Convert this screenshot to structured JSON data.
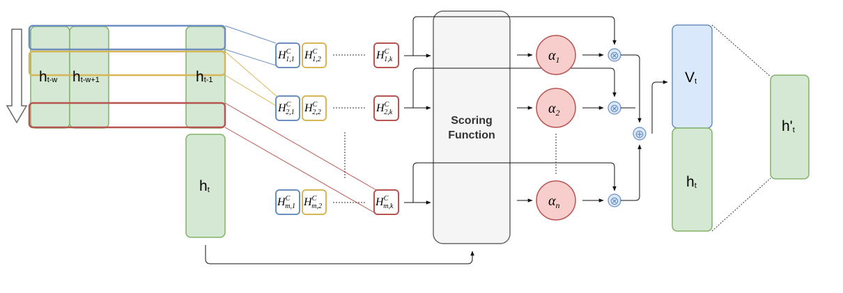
{
  "hidden_states": {
    "h_tw": {
      "main": "h",
      "sub": "t-w"
    },
    "h_tw1": {
      "main": "h",
      "sub": "t-w+1"
    },
    "h_t1": {
      "main": "h",
      "sub": "t-1"
    },
    "h_t": {
      "main": "h",
      "sub": "t"
    }
  },
  "filter_row_labels": [
    {
      "c1": "1,1",
      "c2": "1,2",
      "ck": "1,k"
    },
    {
      "c1": "2,1",
      "c2": "2,2",
      "ck": "2,k"
    },
    {
      "c1": "m,1",
      "c2": "m,2",
      "ck": "m,k"
    }
  ],
  "hc_symbol": "H",
  "hc_superscript": "C",
  "scoring": {
    "line1": "Scoring",
    "line2": "Function"
  },
  "alphas": [
    {
      "symbol": "α",
      "sub": "1"
    },
    {
      "symbol": "α",
      "sub": "2"
    },
    {
      "symbol": "α",
      "sub": "n"
    }
  ],
  "multiply_symbol": "⊗",
  "sum_symbol": "⊕",
  "v_t": {
    "main": "V",
    "sub": "t"
  },
  "h_t_out": {
    "main": "h",
    "sub": "t"
  },
  "h_prime": {
    "main": "h'",
    "sub": "t"
  },
  "colors": {
    "green_fill": "#d5e8d4",
    "green_stroke": "#82b366",
    "blue_fill": "#dae8fc",
    "blue_stroke": "#6c8ebf",
    "yellow_stroke": "#d6b656",
    "red_fill": "#f8cecc",
    "red_stroke": "#b85450",
    "gray_fill": "#f5f5f5",
    "gray_stroke": "#666666"
  }
}
